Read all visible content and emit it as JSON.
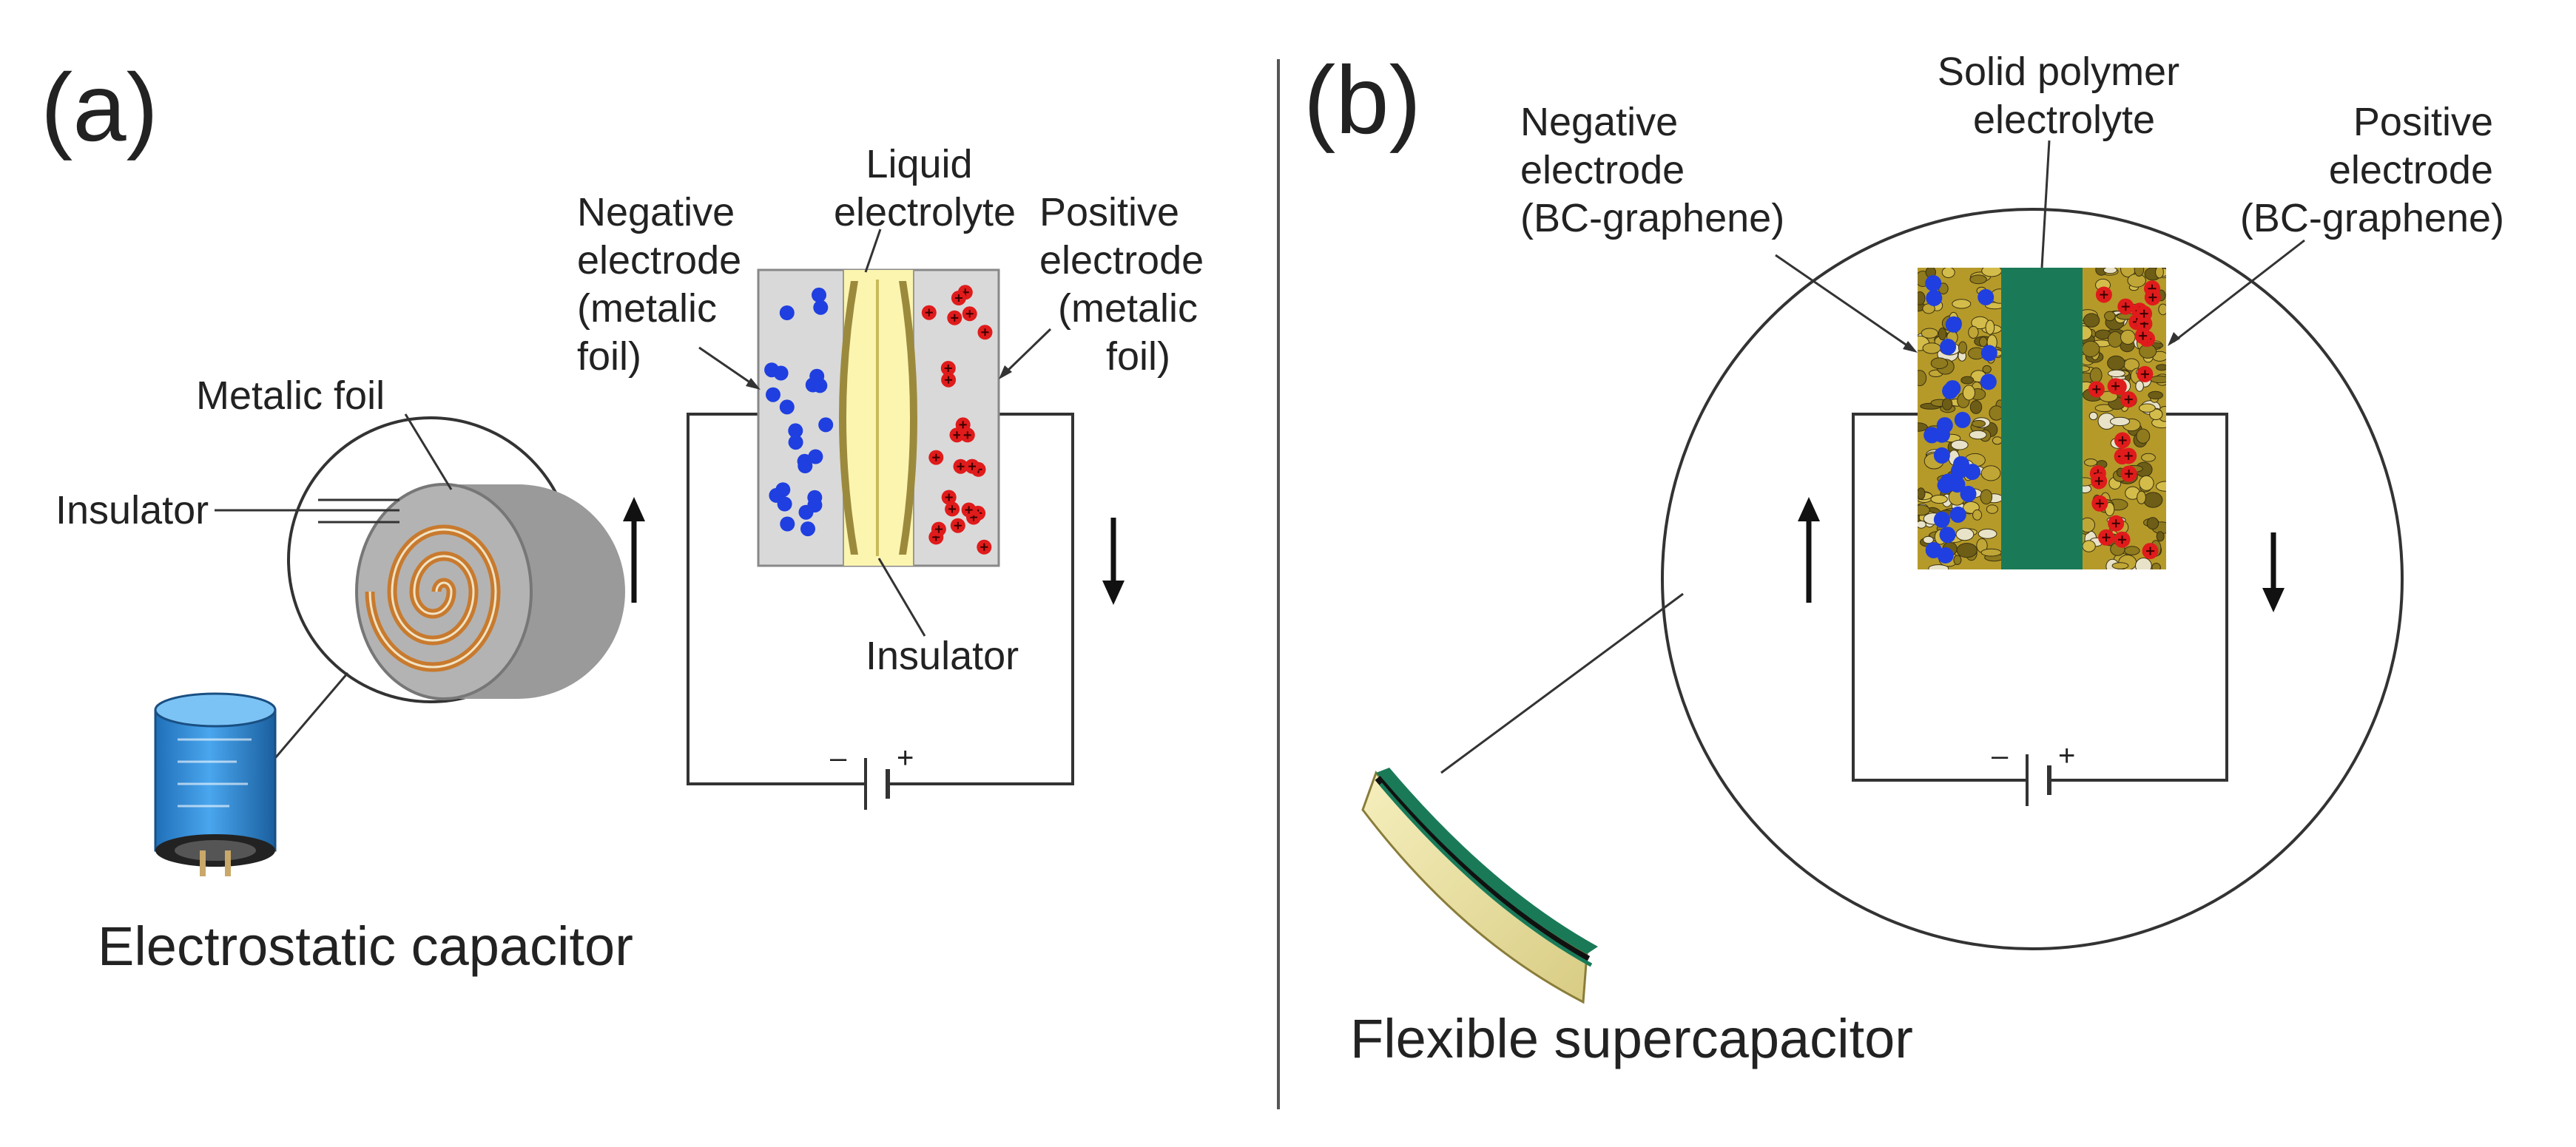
{
  "panel_a": {
    "letter": "(a)",
    "caption": "Electrostatic capacitor",
    "labels": {
      "metalic_foil": "Metalic foil",
      "insulator_roll": "Insulator",
      "liquid_electrolyte": [
        "Liquid",
        "electrolyte"
      ],
      "negative_electrode": [
        "Negative",
        "electrode",
        "(metalic",
        "foil)"
      ],
      "positive_electrode": [
        "Positive",
        "electrode",
        "(metalic",
        "foil)"
      ],
      "insulator_bottom": "Insulator",
      "minus": "–",
      "plus": "+"
    },
    "colors": {
      "negative_ion": "#1f3fe0",
      "positive_ion": "#e01b1b",
      "electrolyte": "#fbf5b0",
      "electrode": "#d9d9d9",
      "foil": "#c87a2e",
      "can": "#2f8fd8"
    }
  },
  "panel_b": {
    "letter": "(b)",
    "caption": "Flexible supercapacitor",
    "labels": {
      "solid_polymer": [
        "Solid polymer",
        "electrolyte"
      ],
      "negative_electrode": [
        "Negative",
        "electrode",
        "(BC-graphene)"
      ],
      "positive_electrode": [
        "Positive",
        "electrode",
        "(BC-graphene)"
      ],
      "minus": "–",
      "plus": "+"
    },
    "colors": {
      "polymer": "#1a7a58",
      "graphene": "#b59a2a",
      "negative_ion": "#1f3fe0",
      "positive_ion": "#e01b1b",
      "flexible_strip": "#efe6a8"
    }
  }
}
